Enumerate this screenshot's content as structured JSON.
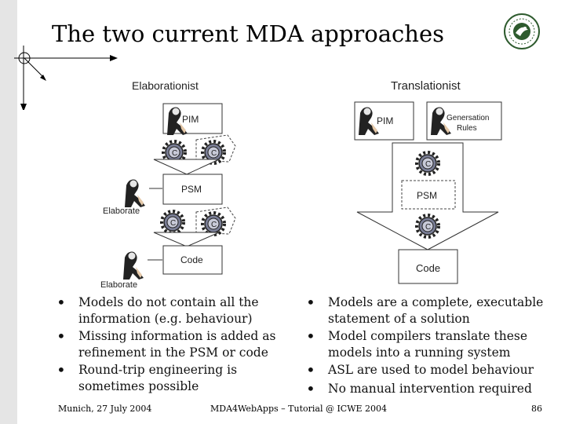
{
  "slide": {
    "title": "The two current MDA approaches"
  },
  "elaborationist": {
    "heading": "Elaborationist",
    "boxes": [
      "PIM",
      "PSM",
      "Code"
    ],
    "side_labels": [
      "Elaborate",
      "Elaborate"
    ],
    "bullets": [
      [
        "Models do not contain all the",
        "information (e.g. behaviour)"
      ],
      [
        "Missing information is added as",
        "refinement in the PSM or code"
      ],
      [
        "Round-trip engineering is",
        "sometimes possible"
      ]
    ]
  },
  "translationist": {
    "heading": "Translationist",
    "boxes": [
      "PIM",
      "PSM",
      "Code"
    ],
    "rules_box": [
      "Genersation",
      "Rules"
    ],
    "bullets": [
      [
        "Models are a complete, executable",
        "statement of a solution"
      ],
      [
        "Model compilers translate these",
        "models into a running system"
      ],
      [
        "ASL are used to model behaviour"
      ],
      [
        "No manual intervention required"
      ]
    ]
  },
  "footer": {
    "date": "Munich, 27 July 2004",
    "center": "MDA4WebApps – Tutorial @ ICWE 2004",
    "page": "86"
  },
  "icons": [
    "gear-icon",
    "human-figure-icon",
    "university-seal-icon"
  ],
  "colors": {
    "left_bar": "#e5e5e5",
    "text": "#000000"
  }
}
